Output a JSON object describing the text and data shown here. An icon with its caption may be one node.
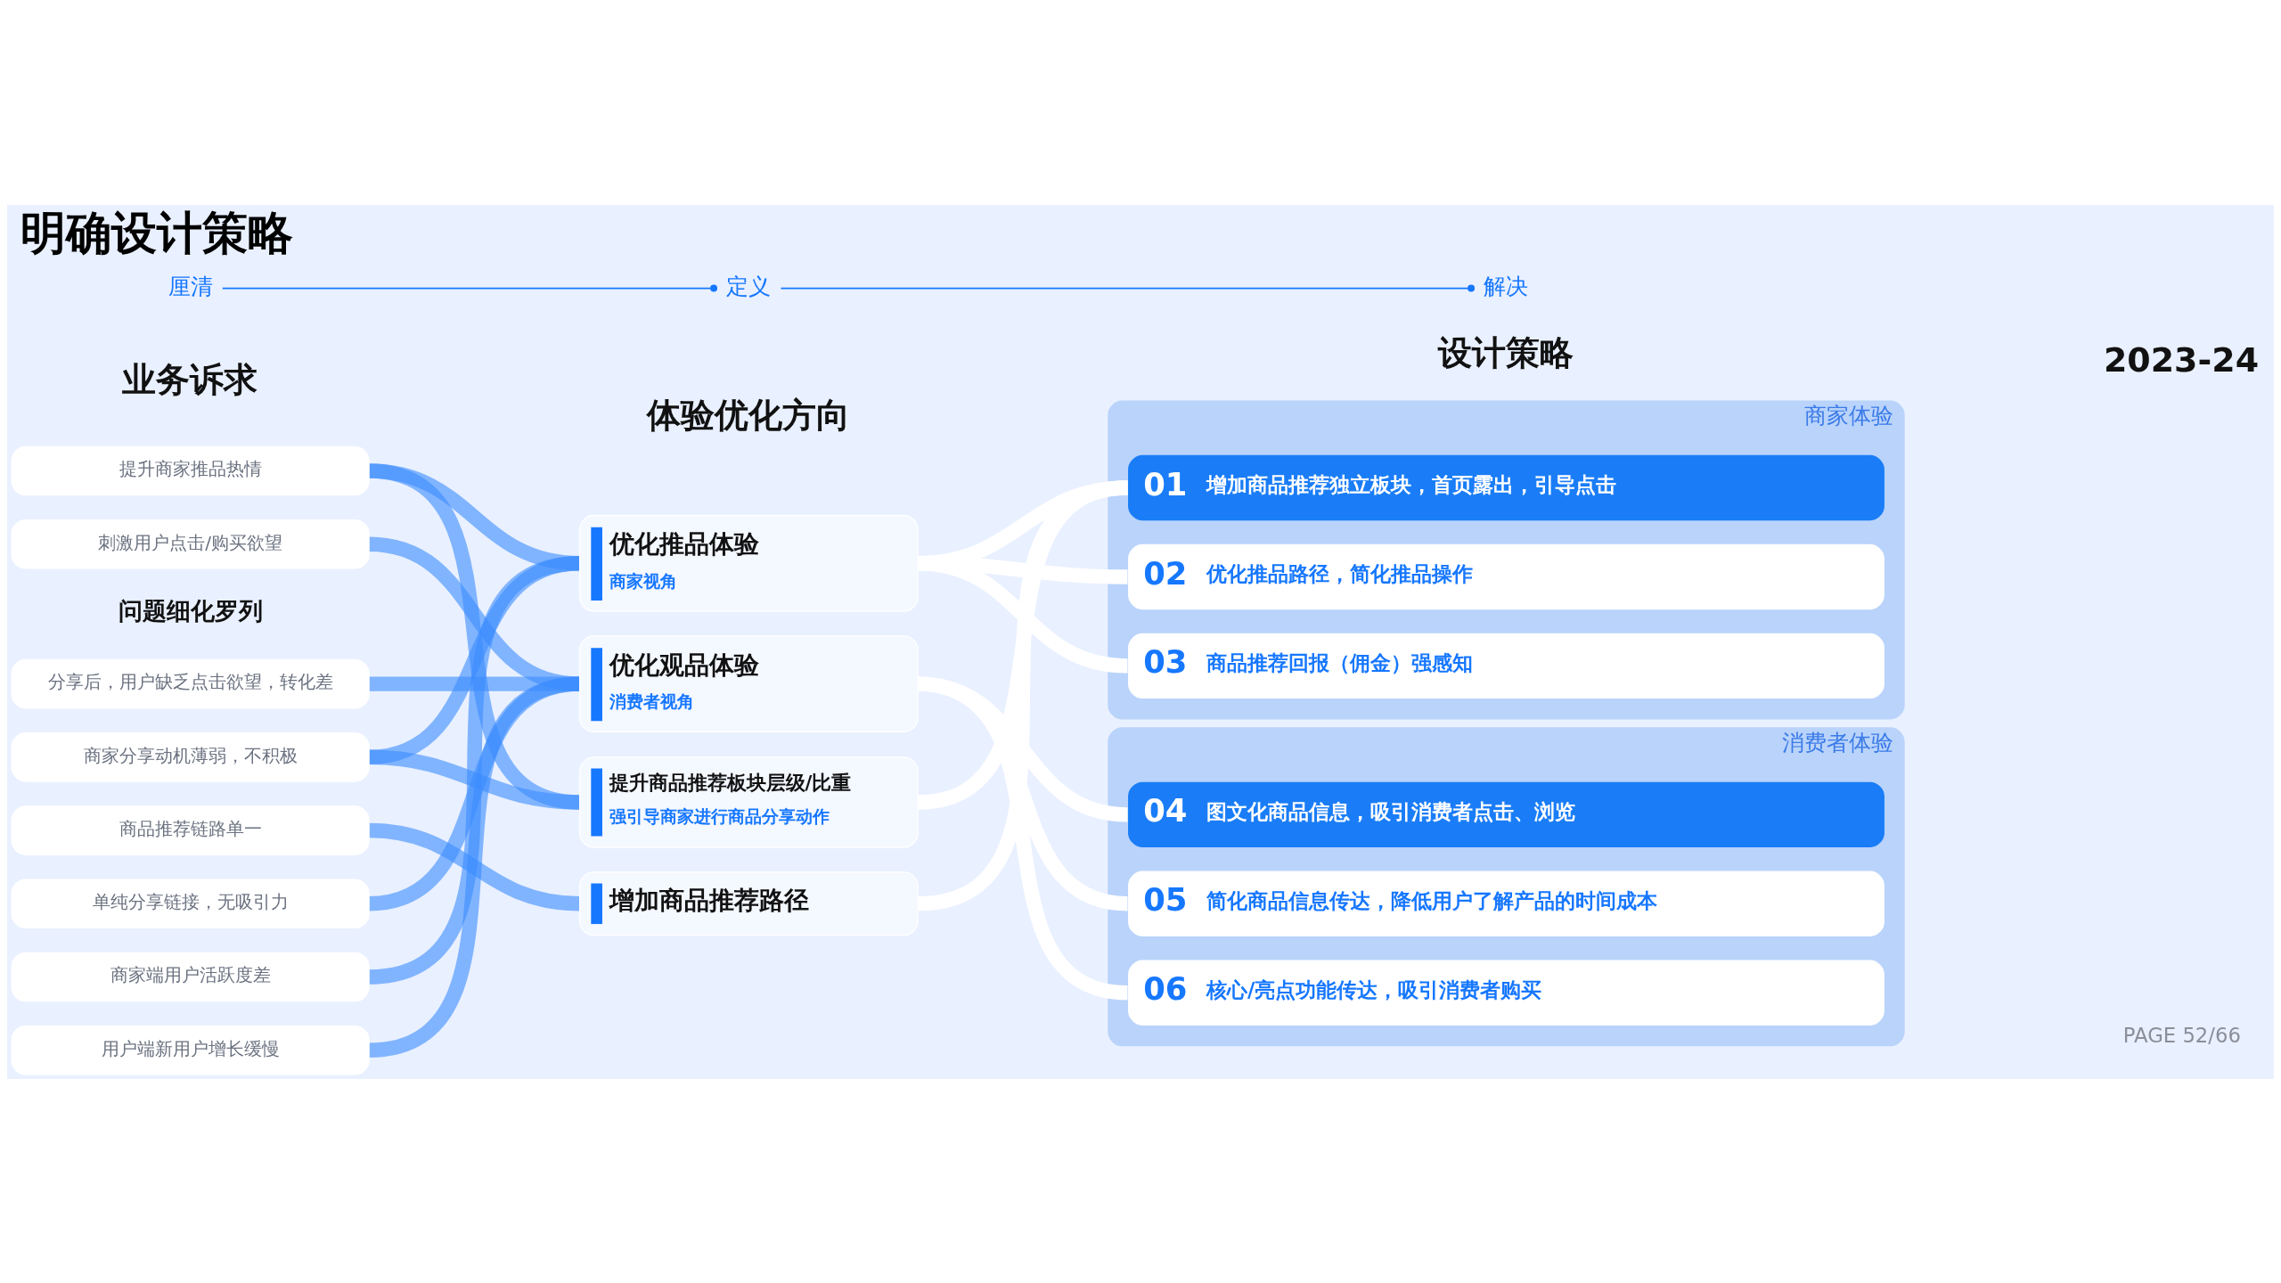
{
  "diagram": {
    "title": "明确设计策略",
    "nodes": [
      {
        "text": [
          "厘清"
        ]
      },
      {
        "text": [
          "定义"
        ]
      },
      {
        "text": [
          "解决"
        ]
      },
      {
        "text": [
          "提升商家推品热情"
        ]
      },
      {
        "text": [
          "刺激用户点击/购买欲望"
        ]
      },
      {
        "text": [
          "分享后，用户缺乏点击欲望，转化差"
        ]
      },
      {
        "text": [
          "商家分享动机薄弱，不积极"
        ]
      },
      {
        "text": [
          "商品推荐链路单一"
        ]
      },
      {
        "text": [
          "单纯分享链接，无吸引力"
        ]
      },
      {
        "text": [
          "商家端用户活跃度差"
        ]
      },
      {
        "text": [
          "用户端新用户增长缓慢"
        ]
      },
      {
        "text": [
          "优化推品体验",
          "商家视角"
        ]
      },
      {
        "text": [
          "优化观品体验",
          "消费者视角"
        ]
      },
      {
        "text": [
          "提升商品推荐板块层级/比重",
          "强引导商家进行商品分享动作"
        ]
      },
      {
        "text": [
          "增加商品推荐路径"
        ]
      },
      {
        "text": [
          "商家体验"
        ]
      },
      {
        "text": [
          "01",
          "增加商品推荐独立板块，首页露出，引导点击"
        ],
        "in": 15
      },
      {
        "text": [
          "02",
          "优化推品路径，简化推品操作"
        ],
        "in": 15
      },
      {
        "text": [
          "03",
          "商品推荐回报（佣金）强感知"
        ],
        "in": 15
      },
      {
        "text": [
          "消费者体验"
        ]
      },
      {
        "text": [
          "04",
          "图文化商品信息，吸引消费者点击、浏览"
        ],
        "in": 19
      },
      {
        "text": [
          "05",
          "简化商品信息传达，降低用户了解产品的时间成本"
        ],
        "in": 19
      },
      {
        "text": [
          "06",
          "核心/亮点功能传达，吸引消费者购买"
        ],
        "in": 19
      }
    ],
    "edges": [
      {
        "from": 0,
        "to": 1,
        "arrow": "other"
      },
      {
        "from": 1,
        "to": 2,
        "arrow": "other"
      },
      {
        "from": 3,
        "to": 11,
        "arrow": "none"
      },
      {
        "from": 3,
        "to": 13,
        "arrow": "none"
      },
      {
        "from": 4,
        "to": 12,
        "arrow": "none"
      },
      {
        "from": 5,
        "to": 12,
        "arrow": "none"
      },
      {
        "from": 6,
        "to": 11,
        "arrow": "none"
      },
      {
        "from": 6,
        "to": 13,
        "arrow": "none"
      },
      {
        "from": 7,
        "to": 14,
        "arrow": "none"
      },
      {
        "from": 8,
        "to": 12,
        "arrow": "none"
      },
      {
        "from": 9,
        "to": 11,
        "arrow": "none"
      },
      {
        "from": 10,
        "to": 12,
        "arrow": "none"
      },
      {
        "from": 11,
        "to": 16,
        "arrow": "none",
        "color": "#ffffff"
      },
      {
        "from": 11,
        "to": 17,
        "arrow": "none",
        "color": "#ffffff"
      },
      {
        "from": 11,
        "to": 18,
        "arrow": "none",
        "color": "#ffffff"
      },
      {
        "from": 12,
        "to": 20,
        "arrow": "none",
        "color": "#ffffff"
      },
      {
        "from": 12,
        "to": 21,
        "arrow": "none",
        "color": "#ffffff"
      },
      {
        "from": 12,
        "to": 22,
        "arrow": "none",
        "color": "#ffffff"
      },
      {
        "from": 13,
        "to": 16,
        "arrow": "none",
        "color": "#ffffff"
      },
      {
        "from": 14,
        "to": 16,
        "arrow": "none",
        "color": "#ffffff"
      }
    ],
    "labels": [
      "2023-24",
      "业务诉求",
      "体验优化方向",
      "设计策略",
      "问题细化罗列",
      "PAGE 52/66"
    ]
  }
}
